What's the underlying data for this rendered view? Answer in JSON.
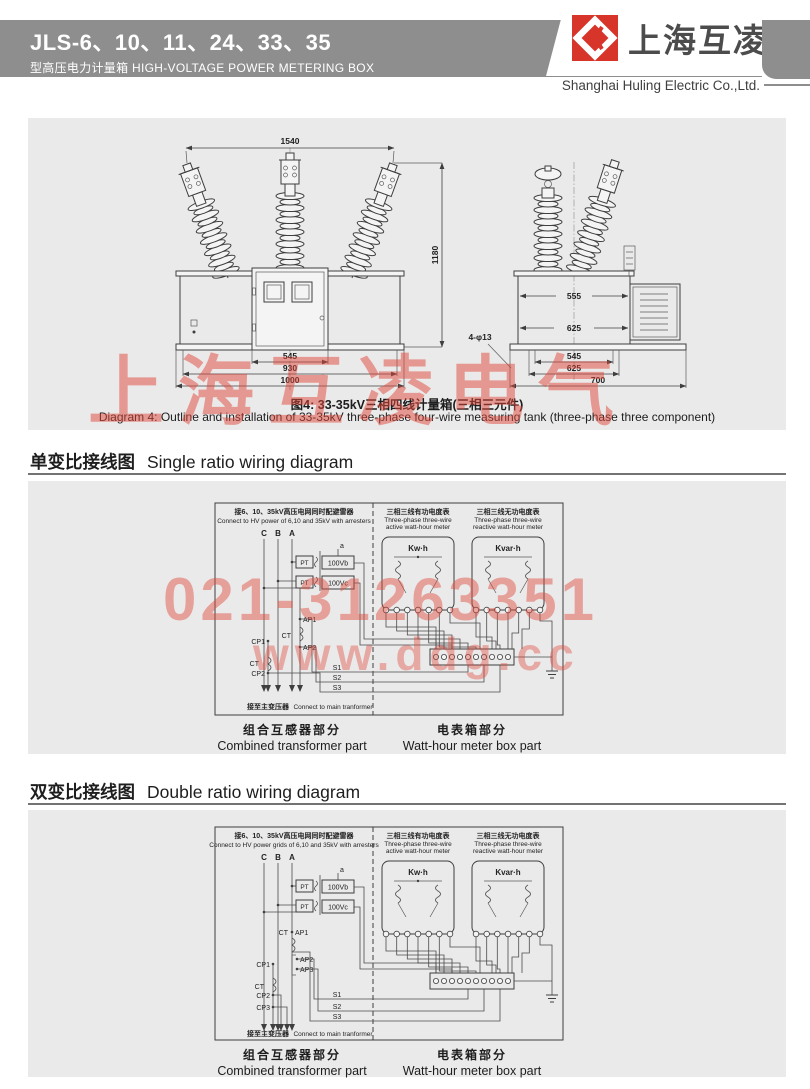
{
  "header": {
    "title": "JLS-6、10、11、24、33、35",
    "subtitle": "型高压电力计量箱 HIGH-VOLTAGE POWER METERING BOX",
    "brand_cn": "上海互凌",
    "brand_en": "Shanghai Huling Electric Co.,Ltd.",
    "colors": {
      "bar": "#8e8e8e",
      "logo_red": "#d7342a",
      "panel_bg": "#eaeaea",
      "line": "#3e3e3e"
    }
  },
  "watermarks": {
    "outline": "上海互凌电气",
    "phone": "021-31263351",
    "site": "www.ddg.cc",
    "color": "#e2483a"
  },
  "outline": {
    "caption_cn": "图4: 33-35kV三相四线计量箱(三相三元件)",
    "caption_en": "Diagram 4: Outline and installation of 33-35kV three-phase four-wire measuring tank (three-phase three component)",
    "dim_front_width": "1540",
    "dim_front_height": "1180",
    "dim_front_b1": "545",
    "dim_front_b2": "930",
    "dim_front_b3": "1000",
    "dim_side_t1": "555",
    "dim_side_t2": "625",
    "dim_side_b1": "545",
    "dim_side_b2": "625",
    "dim_side_b3": "700",
    "dim_holes": "4-φ13"
  },
  "section_single": {
    "heading_cn": "单变比接线图",
    "heading_en": "Single ratio wiring diagram"
  },
  "section_double": {
    "heading_cn": "双变比接线图",
    "heading_en": "Double ratio wiring diagram"
  },
  "single": {
    "hv_cn": "接6、10、35kV高压电网同时配避雷器",
    "hv_en": "Connect to HV power of 6,10 and 35kV with arresters",
    "phase_c": "C",
    "phase_b": "B",
    "phase_a": "A",
    "pt": "PT",
    "tap_a": "a",
    "v_b": "100Vb",
    "v_c": "100Vc",
    "ct": "CT",
    "ap1": "AP1",
    "ap2": "AP2",
    "cp1": "CP1",
    "cp2": "CP2",
    "s1": "S1",
    "s2": "S2",
    "s3": "S3",
    "to_main_cn": "接至主变压器",
    "to_main_en": "Connect to main tranformer",
    "active_cn": "三相三线有功电度表",
    "active_en1": "Three-phase three-wire",
    "active_en2": "active watt-hour meter",
    "reactive_cn": "三相三线无功电度表",
    "reactive_en1": "Three-phase three-wire",
    "reactive_en2": "reactive watt-hour meter",
    "kwh": "Kw·h",
    "kvarh": "Kvar·h",
    "cap_left_cn": "组合互感器部分",
    "cap_left_en": "Combined transformer part",
    "cap_right_cn": "电表箱部分",
    "cap_right_en": "Watt-hour meter box part"
  },
  "double": {
    "hv_cn": "接6、10、35kV高压电网同时配避雷器",
    "hv_en": "Connect to HV power grids of 6,10 and 35kV with arresters",
    "phase_c": "C",
    "phase_b": "B",
    "phase_a": "A",
    "pt": "PT",
    "tap_a": "a",
    "v_b": "100Vb",
    "v_c": "100Vc",
    "ct": "CT",
    "ap1": "AP1",
    "ap2": "AP2",
    "ap3": "AP3",
    "cp1": "CP1",
    "cp2": "CP2",
    "cp3": "CP3",
    "s1": "S1",
    "s2": "S2",
    "s3": "S3",
    "to_main_cn": "接至主变压器",
    "to_main_en": "Connect to main tranformer",
    "active_cn": "三相三线有功电度表",
    "active_en1": "Three-phase three-wire",
    "active_en2": "active watt-hour meter",
    "reactive_cn": "三相三线无功电度表",
    "reactive_en1": "Three-phase three-wire",
    "reactive_en2": "reactive watt-hour meter",
    "kwh": "Kw·h",
    "kvarh": "Kvar·h",
    "cap_left_cn": "组合互感器部分",
    "cap_left_en": "Combined transformer part",
    "cap_right_cn": "电表箱部分",
    "cap_right_en": "Watt-hour meter box part"
  }
}
